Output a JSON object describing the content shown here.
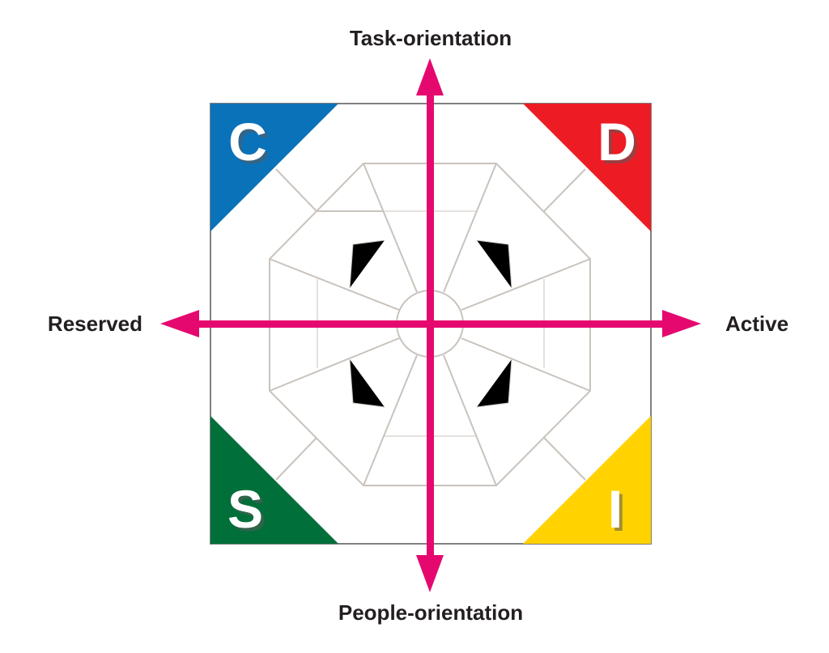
{
  "axes": {
    "top": "Task-orientation",
    "bottom": "People-orientation",
    "left": "Reserved",
    "right": "Active"
  },
  "quadrants": {
    "top_left": {
      "letter": "C",
      "color": "#0a72b9"
    },
    "top_right": {
      "letter": "D",
      "color": "#ed1c24"
    },
    "bottom_left": {
      "letter": "S",
      "color": "#006f3a"
    },
    "bottom_right": {
      "letter": "I",
      "color": "#ffd200"
    }
  },
  "colors": {
    "axis_arrows": "#e5096f",
    "frame": "#808080",
    "web_lines": "#c9c3bd"
  }
}
